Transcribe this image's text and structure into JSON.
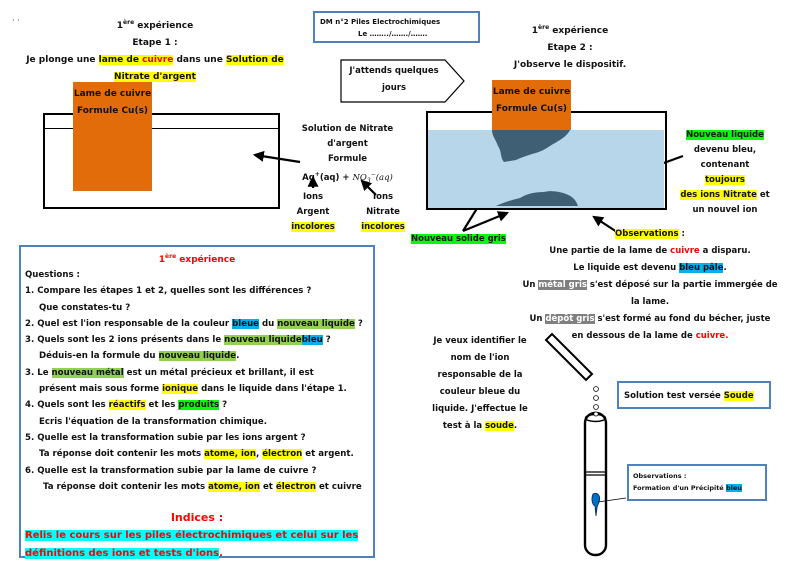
{
  "dots": "· ·",
  "left_header": {
    "experience_num": "1",
    "experience_sup": "ère",
    "experience_word": " expérience",
    "step": "Etape 1 :",
    "line1_a": "Je plonge une ",
    "line1_hl1": "lame de ",
    "line1_hl_red": "cuivre",
    "line1_b": " dans une ",
    "line1_hl2": "Solution de",
    "line2_hl": "Nitrate d'argent"
  },
  "dm_box": {
    "title": "DM n°2  Piles Electrochimiques",
    "date_line": "Le ……../……./……."
  },
  "wait_arrow": {
    "line1": "J'attends quelques",
    "line2": "jours"
  },
  "right_header": {
    "experience_num": "1",
    "experience_sup": "ère",
    "experience_word": " expérience",
    "step": "Etape 2 :",
    "line": "J'observe le dispositif."
  },
  "copper_label": {
    "line1": "Lame de cuivre",
    "line2": "Formule Cu(s)"
  },
  "solution_label": {
    "line1": "Solution de Nitrate",
    "line2": "d'argent",
    "line3": "Formule",
    "formula_ag": "Ag",
    "formula_ag_sup": "+",
    "formula_ag_state": "(aq) + ",
    "formula_no3": "NO",
    "formula_no3_sub": "3",
    "formula_no3_sup": "−",
    "formula_no3_state": "(aq)",
    "ions_left": [
      "Ions",
      "Argent",
      "incolores"
    ],
    "ions_right": [
      "Ions",
      "Nitrate",
      "incolores"
    ]
  },
  "new_liquid_label": {
    "hl": "Nouveau liquide",
    "line2": "devenu bleu,",
    "line3_a": "contenant ",
    "line3_hl": "toujours",
    "line4_hl": "des ions Nitrate",
    "line4_b": " et",
    "line5": "un nouvel ion"
  },
  "new_solid_label": "Nouveau solide gris",
  "observations": {
    "title": "Observations",
    "colon": " :",
    "l1_a": "Une partie de la lame de ",
    "l1_red": "cuivre",
    "l1_b": " a disparu.",
    "l2_a": "Le liquide est devenu ",
    "l2_hl": "bleu pâle",
    "l2_b": ".",
    "l3_a": "Un ",
    "l3_hl": "métal gris",
    "l3_b": " s'est déposé sur la partie immergée de",
    "l4": "la lame.",
    "l5_a": "Un ",
    "l5_hl": "dépôt gris",
    "l5_b": " s'est formé au fond du bécher, juste",
    "l6_a": "en dessous de la lame de ",
    "l6_red": "cuivre."
  },
  "questions": {
    "title_num": "1",
    "title_sup": "ère",
    "title_word": " expérience",
    "heading": "Questions :",
    "q1_a": "1. Compare les étapes 1 et 2, quelles sont les différences ?",
    "q1_b": "Que constates-tu ?",
    "q2_a": "2. Quel est l'ion responsable de la couleur ",
    "q2_hl1": "bleue",
    "q2_b": " du ",
    "q2_hl2": "nouveau liquide",
    "q2_c": " ?",
    "q3_a": "3. Quels sont les 2 ions présents dans le ",
    "q3_hl1": "nouveau liquide",
    "q3_hl2": "bleu",
    "q3_c": " ?",
    "q3_b_a": "Déduis-en la formule du ",
    "q3_b_hl": "nouveau liquide",
    "q3_b_c": ".",
    "q3bis_a": "3. Le ",
    "q3bis_hl": "nouveau métal",
    "q3bis_b": " est un métal précieux et brillant, il est",
    "q3bis_c_a": "présent mais sous forme ",
    "q3bis_c_hl": "ionique",
    "q3bis_c_b": " dans le liquide dans l'étape 1.",
    "q4_a": "4. Quels sont les ",
    "q4_hl1": "réactifs",
    "q4_b": " et les ",
    "q4_hl2": "produits",
    "q4_c": " ?",
    "q4_d": "Ecris l'équation de la transformation chimique.",
    "q5_a": "5. Quelle est la transformation subie par les ions argent ?",
    "q5_b_a": "Ta réponse doit contenir les mots ",
    "q5_b_hl1": "atome, ion",
    "q5_b_b": ",  ",
    "q5_b_hl2": "électron",
    "q5_b_c": " et argent.",
    "q6_a": "6. Quelle est la transformation subie par la lame de cuivre ?",
    "q6_b_a": "Ta réponse doit contenir les mots ",
    "q6_b_hl1": "atome, ion",
    "q6_b_b": " et  ",
    "q6_b_hl2": "électron",
    "q6_b_c": " et cuivre",
    "hints_title": "Indices :",
    "hints_l1": "Relis le cours sur les piles électrochimiques et celui sur les",
    "hints_l2": "définitions des ions et tests d'ions",
    "hints_l2_end": "."
  },
  "test_text": {
    "l1": "Je veux identifier le",
    "l2": "nom de l'ion",
    "l3": "responsable de la",
    "l4": "couleur bleue du",
    "l5": "liquide. J'effectue le",
    "l6_a": "test à la ",
    "l6_hl": "soude",
    "l6_b": "."
  },
  "soude_box": {
    "label": "Solution test versée ",
    "hl": "Soude"
  },
  "precip_box": {
    "title": "Observations :",
    "line_a": "Formation d'un Précipité ",
    "line_hl": "bleu"
  },
  "colors": {
    "copper": "#e36c0a",
    "liquid_blue": "#b8d6ea",
    "deposit": "#3f5f74",
    "box_border": "#4f81bd",
    "precipitate": "#0070c0"
  }
}
